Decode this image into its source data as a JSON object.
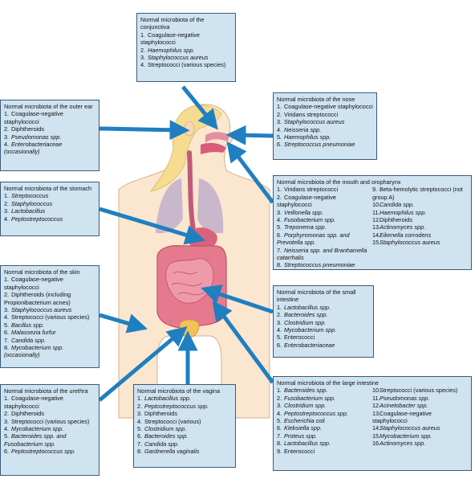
{
  "colors": {
    "box_fill": "#cfe3f1",
    "box_border": "#3d5a78",
    "arrow": "#1f7fc1",
    "skin": "#fbe6cf",
    "skin_outline": "#d6b08b",
    "hair": "#f5dc90",
    "lungs": "#c9b8cc",
    "stomach": "#d9637c",
    "intestine": "#e57a8e",
    "esophagus": "#c05a77"
  },
  "boxes": {
    "conjunctiva": {
      "title": "Normal microbiota of the conjunctiva",
      "items": [
        {
          "n": "1.",
          "text": "Coagulase-negative staphylococci",
          "italic": false
        },
        {
          "n": "2.",
          "text": "Haemophilus spp.",
          "italic": true
        },
        {
          "n": "3.",
          "text": "Staphylococcus aureus",
          "italic": true
        },
        {
          "n": "4.",
          "text": "Streptococci (various species)",
          "italic": false
        }
      ]
    },
    "outer_ear": {
      "title": "Normal microbiota of the outer ear",
      "items": [
        {
          "n": "1.",
          "text": "Coagulase-negative staphylococci",
          "italic": false
        },
        {
          "n": "2.",
          "text": "Diphtheroids",
          "italic": false
        },
        {
          "n": "3.",
          "text": "Pseudomonas spp.",
          "italic": true
        },
        {
          "n": "4.",
          "text": "Enterobacteriaceae (occasionally)",
          "italic": true
        }
      ]
    },
    "nose": {
      "title": "Normal microbiota of the nose",
      "items": [
        {
          "n": "1.",
          "text": "Coagulase-negative staphylococci",
          "italic": false
        },
        {
          "n": "2.",
          "text": "Viridans streptococci",
          "italic": false
        },
        {
          "n": "3.",
          "text": "Staphylococcus aureus",
          "italic": true
        },
        {
          "n": "4.",
          "text": "Neisseria spp.",
          "italic": true
        },
        {
          "n": "5.",
          "text": "Haemophilus spp.",
          "italic": true
        },
        {
          "n": "6.",
          "text": "Streptococcus pneumoniae",
          "italic": true
        }
      ]
    },
    "stomach": {
      "title": "Normal microbiota of the stomach",
      "items": [
        {
          "n": "1.",
          "text": "Streptococcus",
          "italic": true
        },
        {
          "n": "2.",
          "text": "Staphylococcus",
          "italic": true
        },
        {
          "n": "3.",
          "text": "Lactobacillus",
          "italic": true
        },
        {
          "n": "4.",
          "text": "Peptostreptococcus",
          "italic": true
        }
      ]
    },
    "mouth": {
      "title": "Normal microbiota of the mouth and oropharynx",
      "items_left": [
        {
          "n": "1.",
          "text": "Viridans streptococci",
          "italic": false
        },
        {
          "n": "2.",
          "text": "Coagulase-negative staphylococci",
          "italic": false
        },
        {
          "n": "3.",
          "text": "Veillonella spp.",
          "italic": true
        },
        {
          "n": "4.",
          "text": "Fusobacterium spp.",
          "italic": true
        },
        {
          "n": "5.",
          "text": "Treponema spp.",
          "italic": true
        },
        {
          "n": "6.",
          "text": "Porphyromonas spp. and Prevotella spp.",
          "italic": true
        },
        {
          "n": "7.",
          "text": "Neisseria spp. and Branhamella catarrhalis",
          "italic": true
        },
        {
          "n": "8.",
          "text": "Streptococcus pneumoniae",
          "italic": true
        }
      ],
      "items_right": [
        {
          "n": "9.",
          "text": "Beta-hemolytic streptococci (not group A)",
          "italic": false
        },
        {
          "n": "10.",
          "text": "Candida spp.",
          "italic": true
        },
        {
          "n": "11.",
          "text": "Haemophilus spp.",
          "italic": true
        },
        {
          "n": "12.",
          "text": "Diphtheroids",
          "italic": false
        },
        {
          "n": "13.",
          "text": "Actinomyces spp.",
          "italic": true
        },
        {
          "n": "14.",
          "text": "Eikenella corrodens",
          "italic": true
        },
        {
          "n": "15.",
          "text": "Staphylococcus aureus",
          "italic": true
        }
      ]
    },
    "skin": {
      "title": "Normal microbiota of the skin",
      "items": [
        {
          "n": "1.",
          "text": "Coagulase-negative staphylococci",
          "italic": false
        },
        {
          "n": "2.",
          "text": "Diphtheroids (including Propionibacterium acnes)",
          "italic": false
        },
        {
          "n": "3.",
          "text": "Staphylococcus aureus",
          "italic": true
        },
        {
          "n": "4.",
          "text": "Streptococci (various species)",
          "italic": false
        },
        {
          "n": "5.",
          "text": "Bacillus spp.",
          "italic": true
        },
        {
          "n": "6.",
          "text": "Malassezia furfur",
          "italic": true
        },
        {
          "n": "7.",
          "text": "Candida spp.",
          "italic": true
        },
        {
          "n": "8.",
          "text": "Mycobacterium spp. (occasionally)",
          "italic": true
        }
      ]
    },
    "small_intestine": {
      "title": "Normal microbiota of the small intestine",
      "items": [
        {
          "n": "1.",
          "text": "Lactobacillus spp.",
          "italic": true
        },
        {
          "n": "2.",
          "text": "Bacteroides spp.",
          "italic": true
        },
        {
          "n": "3.",
          "text": "Clostridium spp.",
          "italic": true
        },
        {
          "n": "4.",
          "text": "Mycobacterium spp.",
          "italic": true
        },
        {
          "n": "5.",
          "text": "Enterococci",
          "italic": false
        },
        {
          "n": "6.",
          "text": "Enterobacteriaceae",
          "italic": true
        }
      ]
    },
    "urethra": {
      "title": "Normal microbiota of the urethra",
      "items": [
        {
          "n": "1.",
          "text": "Coagulase-negative staphylococci",
          "italic": false
        },
        {
          "n": "2.",
          "text": "Diphtheroids",
          "italic": false
        },
        {
          "n": "3.",
          "text": "Streptococci (various species)",
          "italic": false
        },
        {
          "n": "4.",
          "text": "Mycobacterium spp.",
          "italic": true
        },
        {
          "n": "5.",
          "text": "Bacteroides spp. and Fusobacterium spp.",
          "italic": true
        },
        {
          "n": "6.",
          "text": "Peptostreptococcus spp.",
          "italic": true
        }
      ]
    },
    "vagina": {
      "title": "Normal microbiota of the vagina",
      "items": [
        {
          "n": "1.",
          "text": "Lactobacillus spp.",
          "italic": true
        },
        {
          "n": "2.",
          "text": "Peptostreptococcus spp.",
          "italic": true
        },
        {
          "n": "3.",
          "text": "Diphtheroids",
          "italic": false
        },
        {
          "n": "4.",
          "text": "Streptococci (various)",
          "italic": false
        },
        {
          "n": "5.",
          "text": "Clostridium spp.",
          "italic": true
        },
        {
          "n": "6.",
          "text": "Bacteroides spp.",
          "italic": true
        },
        {
          "n": "7.",
          "text": "Candida spp.",
          "italic": true
        },
        {
          "n": "8.",
          "text": "Gardnerella vaginalis",
          "italic": true
        }
      ]
    },
    "large_intestine": {
      "title": "Normal microbiota of the large intestine",
      "items_left": [
        {
          "n": "1.",
          "text": "Bacteroides spp.",
          "italic": true
        },
        {
          "n": "2.",
          "text": "Fusobacterium spp.",
          "italic": true
        },
        {
          "n": "3.",
          "text": "Clostridium spp.",
          "italic": true
        },
        {
          "n": "4.",
          "text": "Peptostreptococcus spp.",
          "italic": true
        },
        {
          "n": "5.",
          "text": "Escherichia coli",
          "italic": true
        },
        {
          "n": "6.",
          "text": "Klebsiella spp.",
          "italic": true
        },
        {
          "n": "7.",
          "text": "Proteus spp.",
          "italic": true
        },
        {
          "n": "8.",
          "text": "Lactobacillus spp.",
          "italic": true
        },
        {
          "n": "9.",
          "text": "Enterococci",
          "italic": false
        }
      ],
      "items_right": [
        {
          "n": "10.",
          "text": "Streptococci (various species)",
          "italic": false
        },
        {
          "n": "11.",
          "text": "Pseudomonas spp.",
          "italic": true
        },
        {
          "n": "12.",
          "text": "Acinetobacter spp.",
          "italic": true
        },
        {
          "n": "13.",
          "text": "Coagulase-negative staphylococci",
          "italic": false
        },
        {
          "n": "14.",
          "text": "Staphylococcus aureus",
          "italic": true
        },
        {
          "n": "15.",
          "text": "Mycobacterium spp.",
          "italic": true
        },
        {
          "n": "16.",
          "text": "Actinomyces spp.",
          "italic": true
        }
      ]
    }
  }
}
